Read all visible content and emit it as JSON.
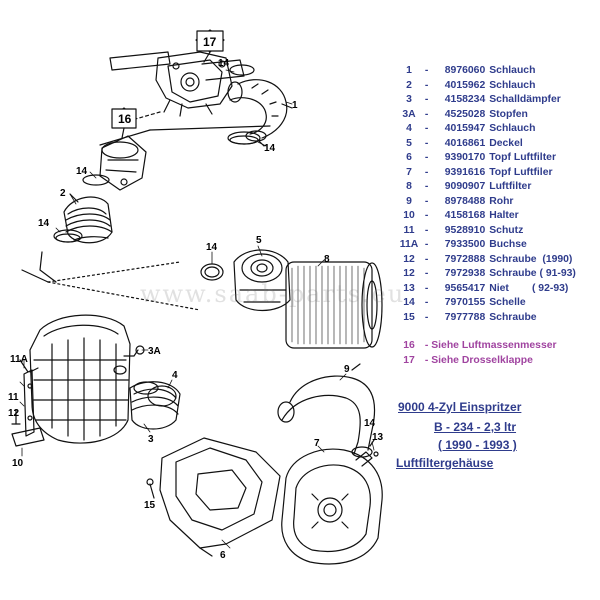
{
  "parts": [
    {
      "num": "1",
      "part": "8976060",
      "desc": "Schlauch"
    },
    {
      "num": "2",
      "part": "4015962",
      "desc": "Schlauch"
    },
    {
      "num": "3",
      "part": "4158234",
      "desc": "Schalldämpfer"
    },
    {
      "num": "3A",
      "part": "4525028",
      "desc": "Stopfen"
    },
    {
      "num": "4",
      "part": "4015947",
      "desc": "Schlauch"
    },
    {
      "num": "5",
      "part": "4016861",
      "desc": "Deckel"
    },
    {
      "num": "6",
      "part": "9390170",
      "desc": "Topf Luftfilter"
    },
    {
      "num": "7",
      "part": "9391616",
      "desc": "Topf Luftfiler"
    },
    {
      "num": "8",
      "part": "9090907",
      "desc": "Luftfilter"
    },
    {
      "num": "9",
      "part": "8978488",
      "desc": "Rohr"
    },
    {
      "num": "10",
      "part": "4158168",
      "desc": "Halter"
    },
    {
      "num": "11",
      "part": "9528910",
      "desc": "Schutz"
    },
    {
      "num": "11A",
      "part": "7933500",
      "desc": "Buchse"
    },
    {
      "num": "12",
      "part": "7972888",
      "desc": "Schraube  (1990)"
    },
    {
      "num": "12",
      "part": "7972938",
      "desc": "Schraube ( 91-93)"
    },
    {
      "num": "13",
      "part": "9565417",
      "desc": "Niet        ( 92-93)"
    },
    {
      "num": "14",
      "part": "7970155",
      "desc": "Schelle"
    },
    {
      "num": "15",
      "part": "7977788",
      "desc": "Schraube"
    }
  ],
  "references": [
    {
      "num": "16",
      "text": "Siehe Luftmassenmesser"
    },
    {
      "num": "17",
      "text": "Siehe Drosselklappe"
    }
  ],
  "title": {
    "model": "9000  4-Zyl  Einspritzer",
    "engine": "B - 234  - 2,3 ltr",
    "years": "( 1990 - 1993 )",
    "section": "Luftfiltergehäuse"
  },
  "callouts": {
    "c1": "1",
    "c2": "2",
    "c3": "3",
    "c3a": "3A",
    "c4": "4",
    "c5": "5",
    "c6": "6",
    "c7": "7",
    "c8": "8",
    "c9": "9",
    "c10": "10",
    "c11": "11",
    "c11a": "11A",
    "c12": "12",
    "c13": "13",
    "c14a": "14",
    "c14b": "14",
    "c14c": "14",
    "c14d": "14",
    "c14e": "14",
    "c14f": "14",
    "c15": "15",
    "c16": "16",
    "c17": "17"
  },
  "watermark": "www.saab-parts.eu"
}
